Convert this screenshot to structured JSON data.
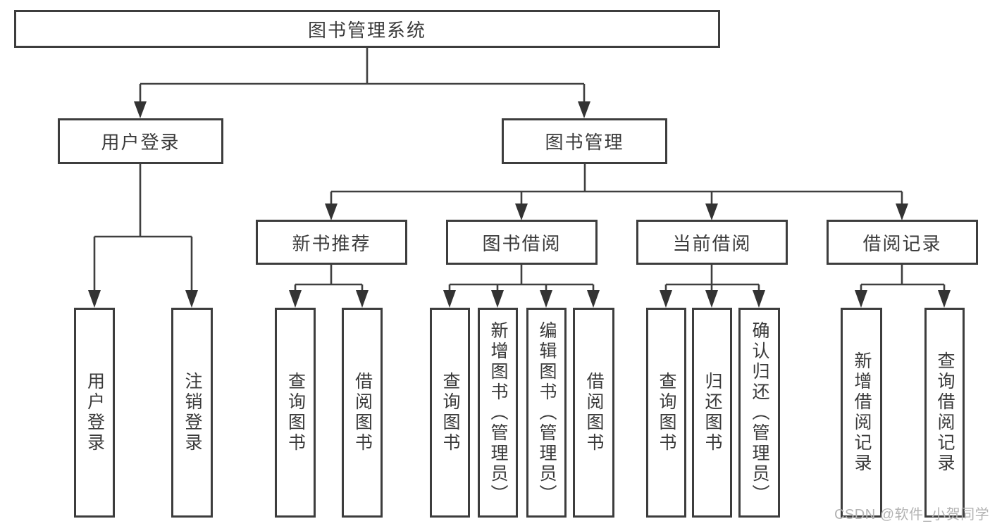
{
  "tree": {
    "label": "图书管理系统",
    "children": [
      {
        "label": "用户登录",
        "children": [
          {
            "label": "用户登录"
          },
          {
            "label": "注销登录"
          }
        ]
      },
      {
        "label": "图书管理",
        "children": [
          {
            "label": "新书推荐",
            "children": [
              {
                "label": "查询图书"
              },
              {
                "label": "借阅图书"
              }
            ]
          },
          {
            "label": "图书借阅",
            "children": [
              {
                "label": "查询图书"
              },
              {
                "label": "新增图书（管理员）"
              },
              {
                "label": "编辑图书（管理员）"
              },
              {
                "label": "借阅图书"
              }
            ]
          },
          {
            "label": "当前借阅",
            "children": [
              {
                "label": "查询图书"
              },
              {
                "label": "归还图书"
              },
              {
                "label": "确认归还（管理员）"
              }
            ]
          },
          {
            "label": "借阅记录",
            "children": [
              {
                "label": "新增借阅记录"
              },
              {
                "label": "查询借阅记录"
              }
            ]
          }
        ]
      }
    ]
  },
  "watermark": {
    "text": "CSDN @软件_小贺同学"
  },
  "colors": {
    "line": "#3f3f3f",
    "border": "#3d3d3d",
    "text": "#3a3a3a",
    "watermark": "#b3b3b3",
    "background": "#ffffff"
  }
}
